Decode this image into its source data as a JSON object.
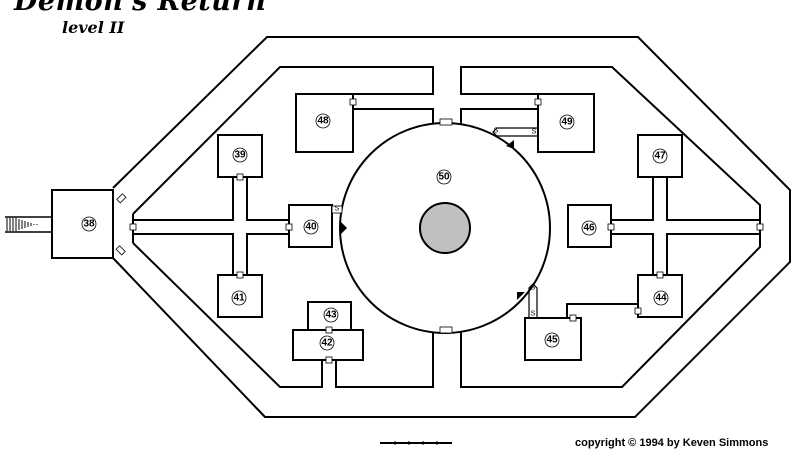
{
  "title": "Demon's Return",
  "subtitle": "level II",
  "copyright": "copyright © 1994 by Keven Simmons",
  "colors": {
    "ink": "#000000",
    "pillar": "#c0c0c0",
    "paper": "#ffffff"
  },
  "rooms": {
    "r38": "38",
    "r39": "39",
    "r40": "40",
    "r41": "41",
    "r42": "42",
    "r43": "43",
    "r44": "44",
    "r45": "45",
    "r46": "46",
    "r47": "47",
    "r48": "48",
    "r49": "49",
    "r50": "50"
  },
  "secret_door_mark": "S"
}
